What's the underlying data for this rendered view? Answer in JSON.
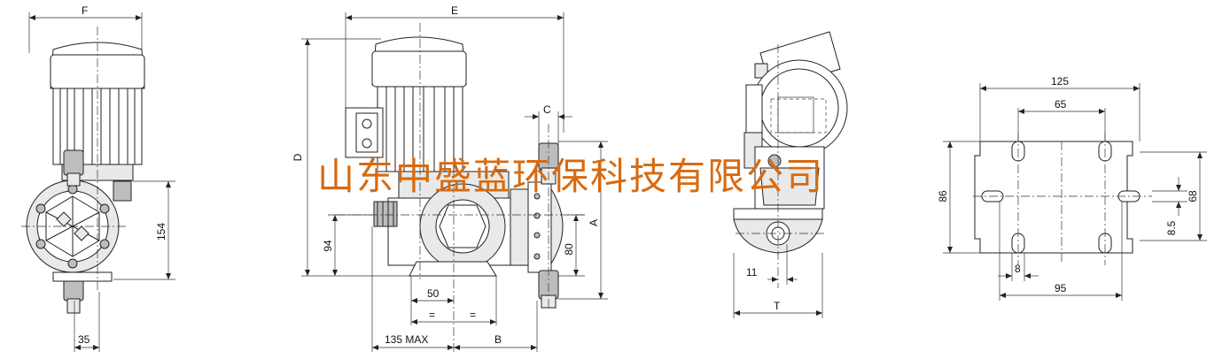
{
  "watermark": "山东中盛蓝环保科技有限公司",
  "colors": {
    "watermark": "#d86a10",
    "line": "#222222"
  },
  "dimensions": {
    "F": "F",
    "d154": "154",
    "d35": "35",
    "E": "E",
    "D": "D",
    "C": "C",
    "A": "A",
    "d94": "94",
    "d80": "80",
    "d50": "50",
    "eq1": "=",
    "eq2": "=",
    "max135": "135 MAX",
    "B": "B",
    "d11": "11",
    "T": "T",
    "d125": "125",
    "d65": "65",
    "d86": "86",
    "d68": "68",
    "d8_5": "8.5",
    "d8": "8",
    "d95": "95"
  }
}
